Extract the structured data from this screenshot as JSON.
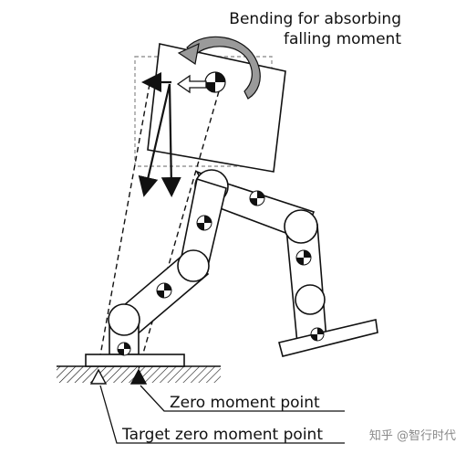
{
  "labels": {
    "bending_line1": "Bending for absorbing",
    "bending_line2": "falling moment",
    "zero_moment_point": "Zero moment point",
    "target_zero_moment_point": "Target zero moment point"
  },
  "watermark": "知乎 @智行时代",
  "colors": {
    "ink": "#111111",
    "arrow_gray": "#9a9a9a",
    "paper": "#ffffff"
  }
}
